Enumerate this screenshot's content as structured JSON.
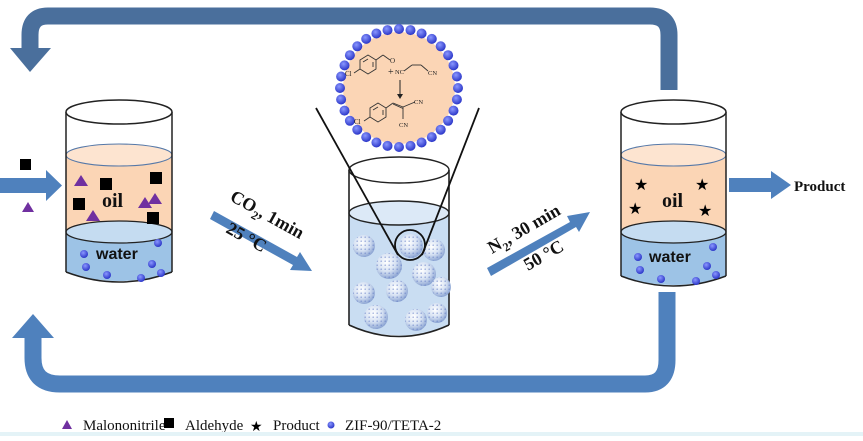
{
  "figure": {
    "type": "process-scheme",
    "title": "Recyclable Pickering emulsion catalysis with CO2/N2 switching"
  },
  "colors": {
    "cycle_arrow_top": "#4a6f9c",
    "cycle_arrow_bottom": "#4f81bd",
    "flow_arrow": "#4f81bd",
    "oil_phase": "#fbd5b5",
    "oil_surface": "#fde4d0",
    "water_phase": "#9dc3e6",
    "water_surface": "#c5dcf1",
    "beaker_water_center": "#c9ddf2",
    "catalyst_particle": "#3b48d6",
    "reactant_triangle": "#7030a0",
    "reactant_square": "#000000",
    "product_star": "#000000",
    "droplet_fill": "#fbd5b5"
  },
  "left_beaker": {
    "oil_label": "oil",
    "water_label": "water",
    "inlet_items": [
      "Aldehyde",
      "Malononitrile"
    ]
  },
  "step1": {
    "line1": "CO",
    "line1_sub": "2",
    "line1_rest": ", 1min",
    "line2": "25 °C"
  },
  "center_beaker": {
    "description": "Pickering emulsion droplets stabilized by ZIF-90/TETA-2",
    "droplet_count": 11
  },
  "reaction": {
    "reactant1_substituent": "Cl",
    "reactant1_group": "O",
    "plus": "+",
    "reactant2_left": "NC",
    "reactant2_right": "CN",
    "product_substituent": "Cl",
    "product_cn1": "CN",
    "product_cn2": "CN"
  },
  "step2": {
    "line1": "N",
    "line1_sub": "2",
    "line1_rest": ", 30 min",
    "line2": "50 °C"
  },
  "right_beaker": {
    "oil_label": "oil",
    "water_label": "water",
    "outlet_label": "Product"
  },
  "legend": {
    "items": [
      {
        "symbol": "triangle",
        "label": "Malononitrile"
      },
      {
        "symbol": "square",
        "label": "Aldehyde"
      },
      {
        "symbol": "star",
        "label": "Product"
      },
      {
        "symbol": "circle",
        "label": "ZIF-90/TETA-2"
      }
    ]
  }
}
